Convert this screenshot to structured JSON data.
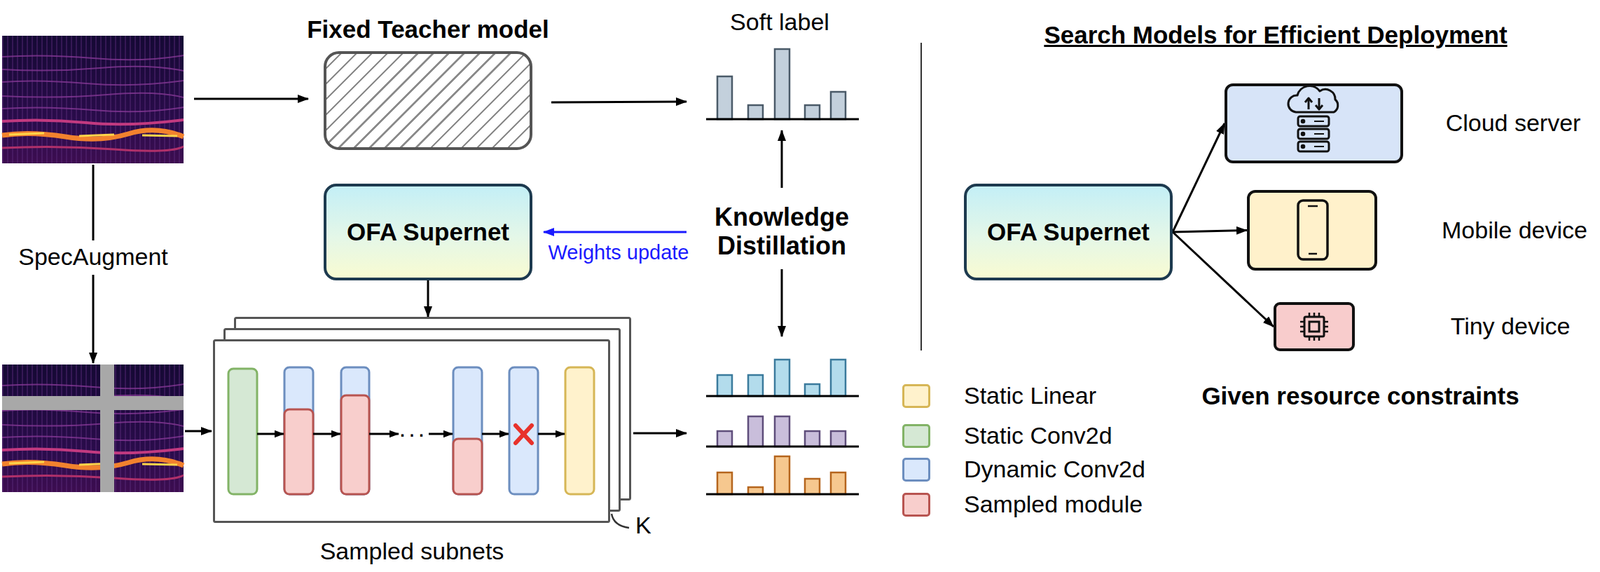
{
  "diagram": {
    "nodes": [
      {
        "text": [
          "Fixed Teacher model"
        ]
      },
      {
        "text": [
          "OFA Supernet"
        ]
      },
      {
        "text": [
          "Sampled subnets"
        ]
      },
      {
        "text": [
          "OFA Supernet"
        ]
      },
      {
        "text": [
          "Cloud server"
        ]
      },
      {
        "text": [
          "Mobile device"
        ]
      },
      {
        "text": [
          "Tiny device"
        ]
      }
    ],
    "edges": [
      {
        "from": 1,
        "to": 2,
        "arrow": "to"
      },
      {
        "from": 3,
        "to": 4,
        "arrow": "to"
      },
      {
        "from": 3,
        "to": 5,
        "arrow": "to"
      },
      {
        "from": 3,
        "to": 6,
        "arrow": "to"
      }
    ],
    "labels": [
      "Soft label",
      "Knowledge Distillation",
      "Weights update",
      "SpecAugment",
      "...",
      "K",
      "Search Models for Efficient Deployment",
      "Given resource constraints"
    ],
    "legend": [
      {
        "text": "Static Linear",
        "color": "#fff2cc"
      },
      {
        "text": "Static Conv2d",
        "color": "#d5e8d4"
      },
      {
        "text": "Dynamic Conv2d",
        "color": "#dae8fc"
      },
      {
        "text": "Sampled module",
        "color": "#f8cecc"
      }
    ]
  }
}
